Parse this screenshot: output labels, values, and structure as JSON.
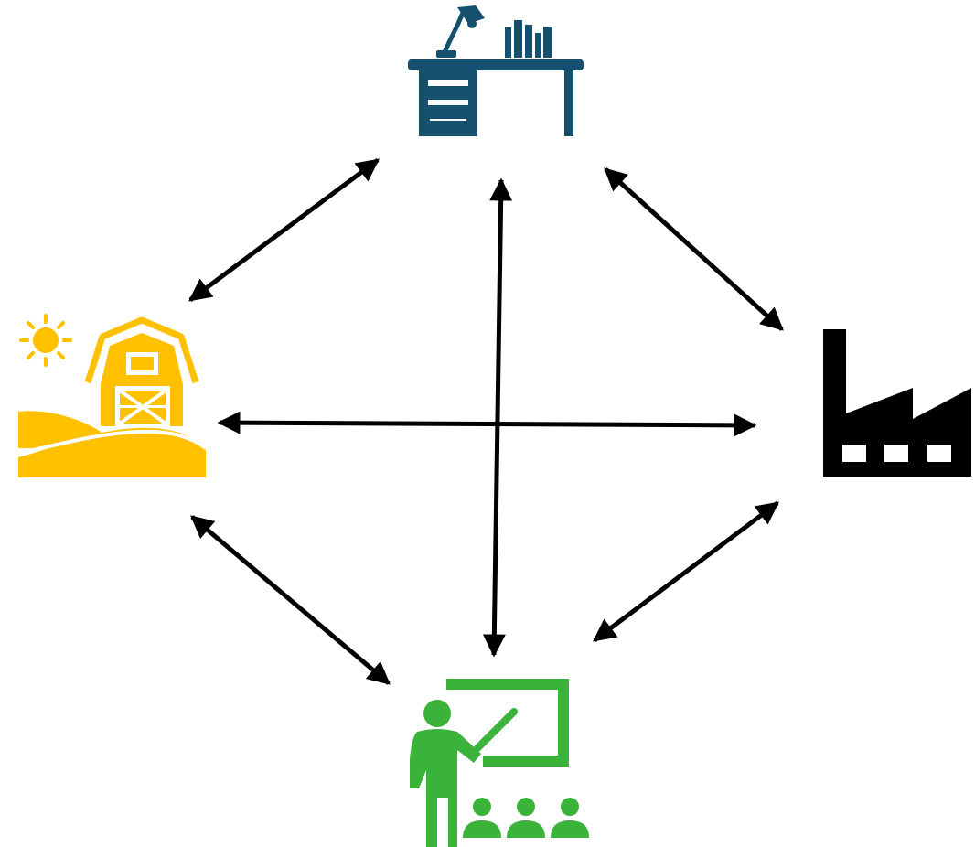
{
  "colors": {
    "background": "#ffffff",
    "office": "#15506f",
    "farm": "#ffc000",
    "factory": "#000000",
    "education": "#3bb33b",
    "arrow": "#000000"
  },
  "nodes": [
    {
      "id": "office",
      "icon": "office-desk-icon"
    },
    {
      "id": "farm",
      "icon": "farm-barn-icon"
    },
    {
      "id": "factory",
      "icon": "factory-icon"
    },
    {
      "id": "education",
      "icon": "teacher-classroom-icon"
    }
  ],
  "connections": [
    {
      "from": "office",
      "to": "farm"
    },
    {
      "from": "office",
      "to": "factory"
    },
    {
      "from": "office",
      "to": "education"
    },
    {
      "from": "farm",
      "to": "factory"
    },
    {
      "from": "farm",
      "to": "education"
    },
    {
      "from": "factory",
      "to": "education"
    }
  ]
}
